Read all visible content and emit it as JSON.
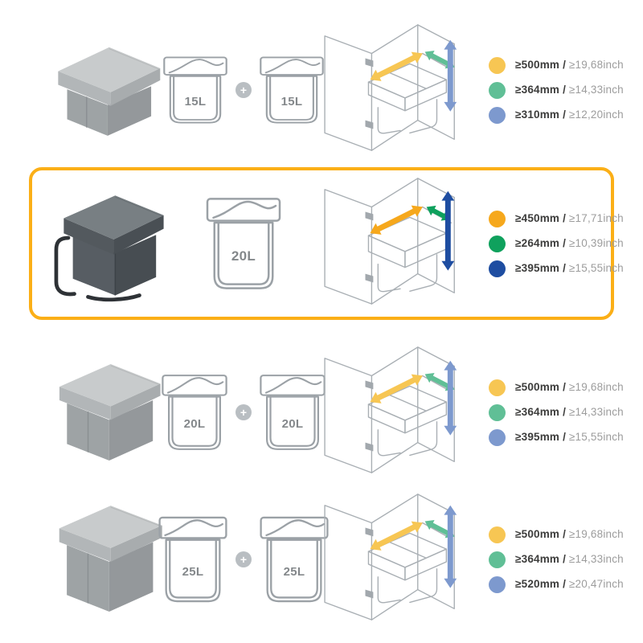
{
  "highlight": {
    "border_color": "#FBAF17"
  },
  "plus_label": "+",
  "rows": [
    {
      "highlighted": false,
      "buckets": [
        {
          "label": "15L"
        },
        {
          "label": "15L"
        }
      ],
      "measurements": [
        {
          "dim": "width",
          "color": "#F7C653",
          "mm": "≥500mm",
          "slash": "/",
          "inch": "≥19,68inch"
        },
        {
          "dim": "depth",
          "color": "#60BF96",
          "mm": "≥364mm",
          "slash": "/",
          "inch": "≥14,33inch"
        },
        {
          "dim": "height",
          "color": "#7D99CE",
          "mm": "≥310mm",
          "slash": "/",
          "inch": "≥12,20inch"
        }
      ]
    },
    {
      "highlighted": true,
      "buckets": [
        {
          "label": "20L"
        }
      ],
      "measurements": [
        {
          "dim": "width",
          "color": "#F6A81C",
          "mm": "≥450mm",
          "slash": "/",
          "inch": "≥17,71inch"
        },
        {
          "dim": "depth",
          "color": "#0FA15D",
          "mm": "≥264mm",
          "slash": "/",
          "inch": "≥10,39inch"
        },
        {
          "dim": "height",
          "color": "#1E4DA1",
          "mm": "≥395mm",
          "slash": "/",
          "inch": "≥15,55inch"
        }
      ]
    },
    {
      "highlighted": false,
      "buckets": [
        {
          "label": "20L"
        },
        {
          "label": "20L"
        }
      ],
      "measurements": [
        {
          "dim": "width",
          "color": "#F7C653",
          "mm": "≥500mm",
          "slash": "/",
          "inch": "≥19,68inch"
        },
        {
          "dim": "depth",
          "color": "#60BF96",
          "mm": "≥364mm",
          "slash": "/",
          "inch": "≥14,33inch"
        },
        {
          "dim": "height",
          "color": "#7D99CE",
          "mm": "≥395mm",
          "slash": "/",
          "inch": "≥15,55inch"
        }
      ]
    },
    {
      "highlighted": false,
      "buckets": [
        {
          "label": "25L"
        },
        {
          "label": "25L"
        }
      ],
      "measurements": [
        {
          "dim": "width",
          "color": "#F7C653",
          "mm": "≥500mm",
          "slash": "/",
          "inch": "≥19,68inch"
        },
        {
          "dim": "depth",
          "color": "#60BF96",
          "mm": "≥364mm",
          "slash": "/",
          "inch": "≥14,33inch"
        },
        {
          "dim": "height",
          "color": "#7D99CE",
          "mm": "≥520mm",
          "slash": "/",
          "inch": "≥20,47inch"
        }
      ]
    }
  ]
}
